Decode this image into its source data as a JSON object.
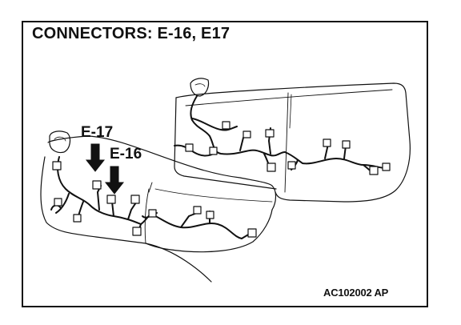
{
  "title": "CONNECTORS: E-16, E17",
  "callouts": {
    "e17": "E-17",
    "e16": "E-16"
  },
  "figure_code": "AC102002 AP",
  "colors": {
    "line": "#111111",
    "background": "#ffffff"
  }
}
